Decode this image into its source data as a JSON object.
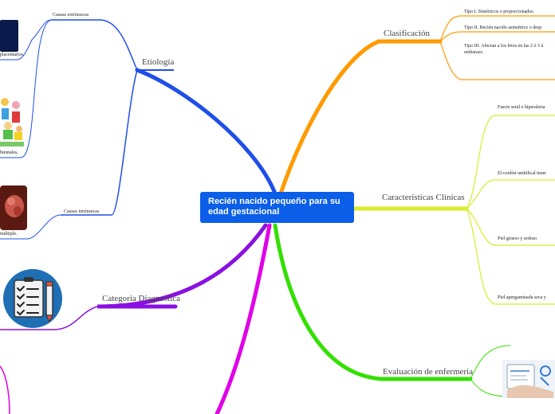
{
  "center": {
    "title": "Recién nacido pequeño para su edad gestacional"
  },
  "left": {
    "etiologia": "Etiología",
    "causas_extrinsecas": "Causas extrínsecas",
    "causas_intrinsecas": "Causas intrínsecas",
    "placentarios_partial": "placentarios.",
    "ambientales_partial": "bientales.",
    "multiple_partial": "múltiple.",
    "categoria": "Categoría Diagnostica"
  },
  "right": {
    "clasificacion": "Clasificación",
    "tipo1": "Tipo I. Simétricos o proporcionados.",
    "tipo2": "Tipo II. Recién nacido asimétrico o desp",
    "tipo3_line1": "Tipo III. Afectan a los fetos en las 2 ó 3 ú",
    "tipo3_line2": "embarazo",
    "caracteristicas": "Características Clínicas",
    "facie": "Fascie senil e hiperalerta",
    "cordon": "El cordón umbilical tiene",
    "piel_gruesa": "Piel grueso y sedoso",
    "piel_apergaminada": "Piel apergaminada seca y",
    "evaluacion": "Evaluación de enfermeria"
  },
  "colors": {
    "center_bg": "#0a5ee8",
    "blue": "#1f4fe8",
    "orange": "#ff9a00",
    "yellowgreen": "#d8ec2a",
    "green": "#33e000",
    "purple": "#8a10e0",
    "magenta": "#e000e6"
  }
}
